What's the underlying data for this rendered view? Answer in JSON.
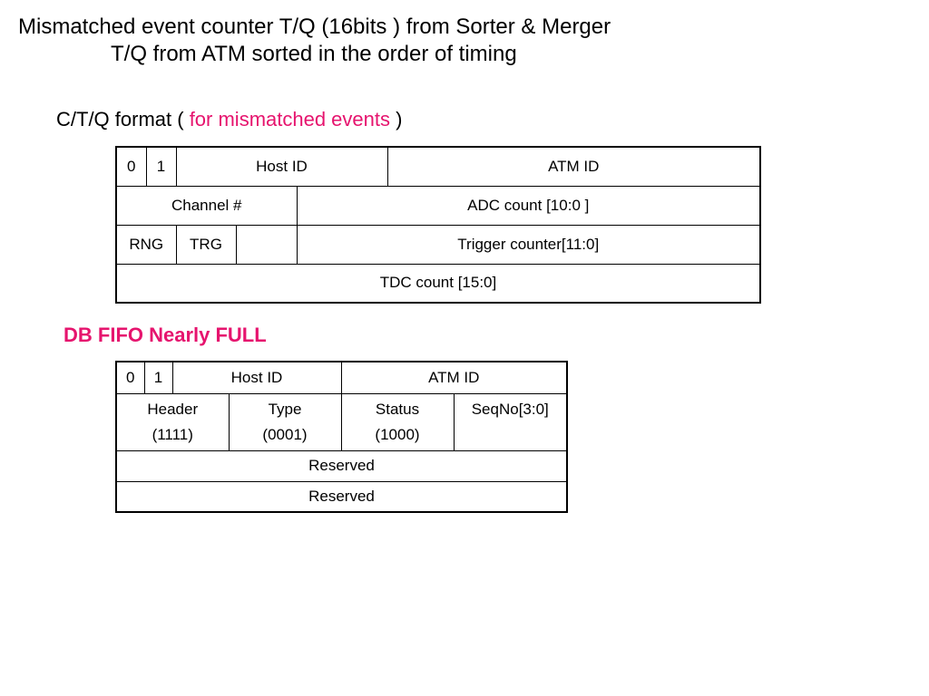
{
  "title": {
    "line1": "Mismatched event counter T/Q (16bits ) from Sorter & Merger",
    "line2": "T/Q from ATM sorted in the order of timing"
  },
  "ctq_section": {
    "heading_prefix": "C/T/Q format ( ",
    "heading_highlight": "for mismatched events",
    "heading_suffix": " )",
    "highlight_color": "#e6146e",
    "table": {
      "row1": {
        "bit0": "0",
        "bit1": "1",
        "host_id": "Host ID",
        "atm_id": "ATM ID"
      },
      "row2": {
        "channel": "Channel #",
        "adc": "ADC count [10:0 ]"
      },
      "row3": {
        "rng": "RNG",
        "trg": "TRG",
        "blank": "",
        "trigger": "Trigger counter[11:0]"
      },
      "row4": {
        "tdc": "TDC count [15:0]"
      }
    }
  },
  "db_section": {
    "heading": "DB FIFO Nearly FULL",
    "heading_color": "#e6146e",
    "table": {
      "row1": {
        "bit0": "0",
        "bit1": "1",
        "host_id": "Host ID",
        "atm_id": "ATM ID"
      },
      "row2": {
        "header": "Header",
        "header_val": "(1111)",
        "type": "Type",
        "type_val": "(0001)",
        "status": "Status",
        "status_val": "(1000)",
        "seqno": "SeqNo[3:0]"
      },
      "row3": {
        "reserved": "Reserved"
      },
      "row4": {
        "reserved": "Reserved"
      }
    }
  }
}
